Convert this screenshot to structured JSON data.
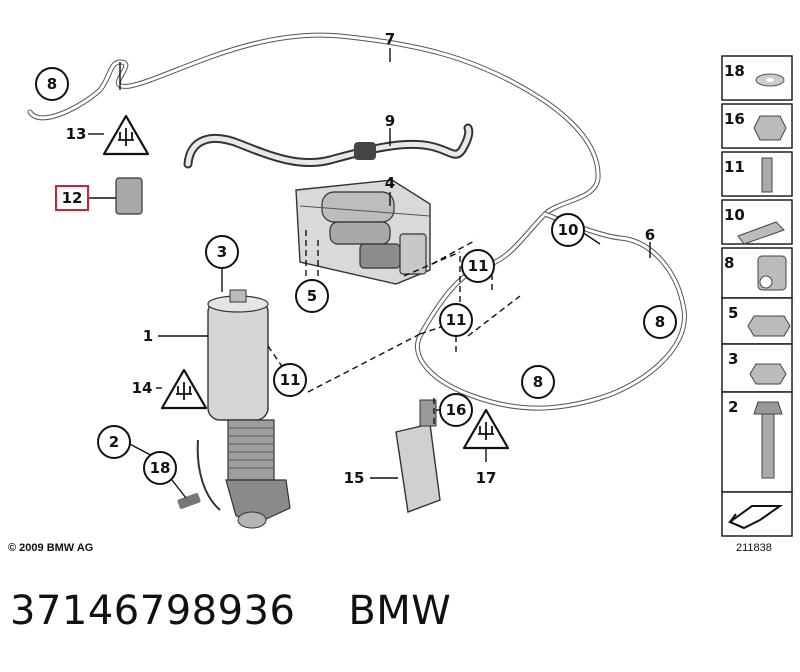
{
  "copyright": "© 2009 BMW AG",
  "diagram_id": "211838",
  "part_number": "37146798936",
  "brand": "BMW",
  "callouts": {
    "c1": "1",
    "c2": "2",
    "c3": "3",
    "c4": "4",
    "c5": "5",
    "c6": "6",
    "c7": "7",
    "c8a": "8",
    "c8b": "8",
    "c8c": "8",
    "c9": "9",
    "c10": "10",
    "c11a": "11",
    "c11b": "11",
    "c11c": "11",
    "c12": "12",
    "c13": "13",
    "c14": "14",
    "c15": "15",
    "c16": "16",
    "c17": "17",
    "c18": "18"
  },
  "highlighted_part": "12",
  "highlight_color": "#cc2233",
  "legend": [
    "18",
    "16",
    "11",
    "10",
    "8",
    "5",
    "3",
    "2"
  ],
  "icons": [
    "warning-triangle-icon",
    "return-arrow-icon"
  ]
}
